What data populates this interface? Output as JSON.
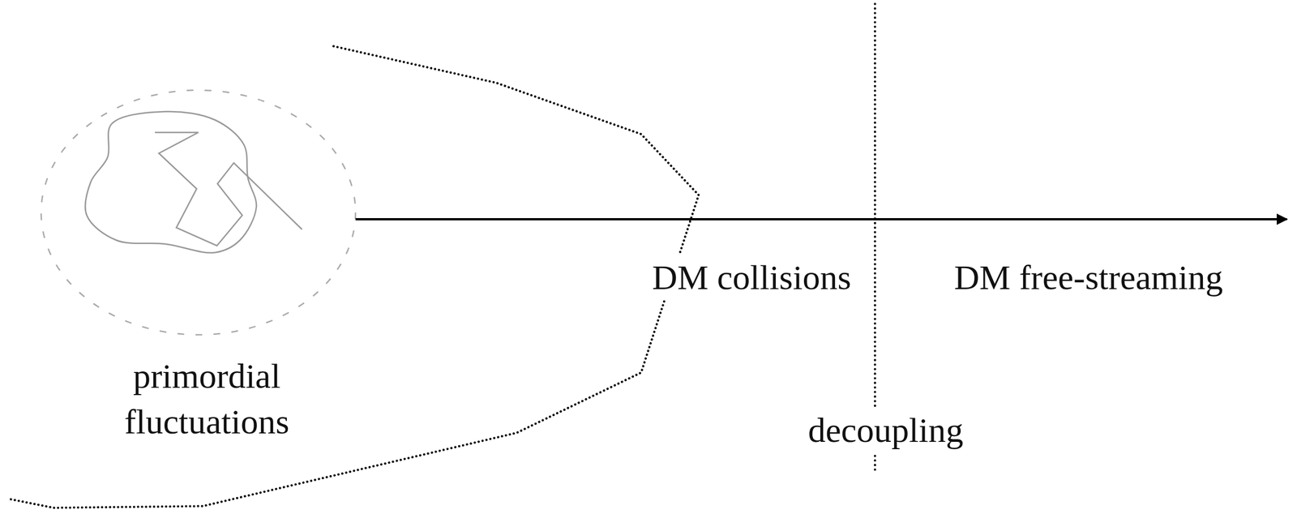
{
  "diagram": {
    "labels": [
      "primordial fluctuations",
      "DM collisions",
      "DM free-streaming",
      "decoupling"
    ]
  }
}
